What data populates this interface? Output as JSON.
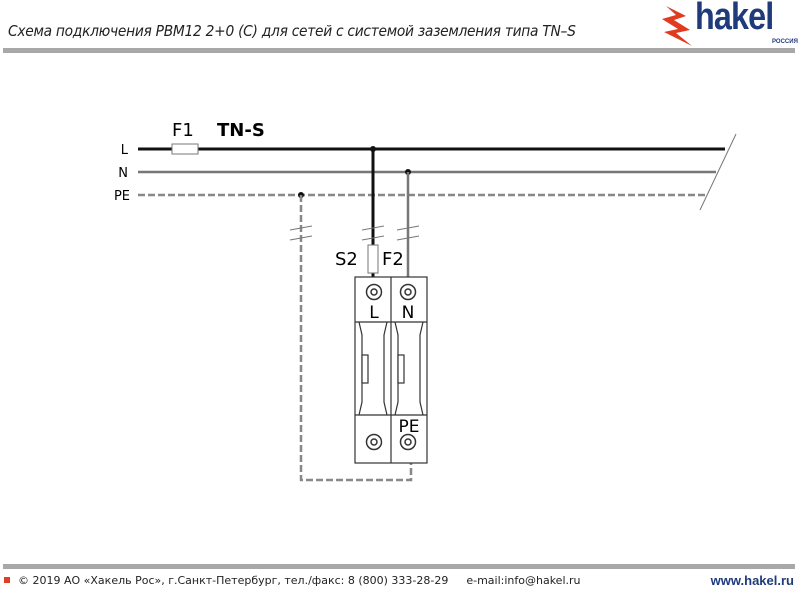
{
  "header": {
    "title": "Схема подключения PBM12 2+0 (C) для сетей с системой заземления типа TN–S",
    "logo": "hakel",
    "logo_sub": "РОССИЯ"
  },
  "diagram": {
    "line_labels": [
      "L",
      "N",
      "PE"
    ],
    "fuse1": "F1",
    "system": "TN-S",
    "switch": "S2",
    "fuse2": "F2",
    "terminal_l": "L",
    "terminal_n": "N",
    "terminal_pe": "PE"
  },
  "footer": {
    "copyright": "© 2019 АО «Хакель Рос», г.Санкт-Петербург, тел./факс: 8 (800) 333-28-29",
    "email": "e-mail:info@hakel.ru",
    "website": "www.hakel.ru"
  },
  "colors": {
    "accent": "#1f3b7a",
    "logo_bolt": "#e03a20"
  }
}
